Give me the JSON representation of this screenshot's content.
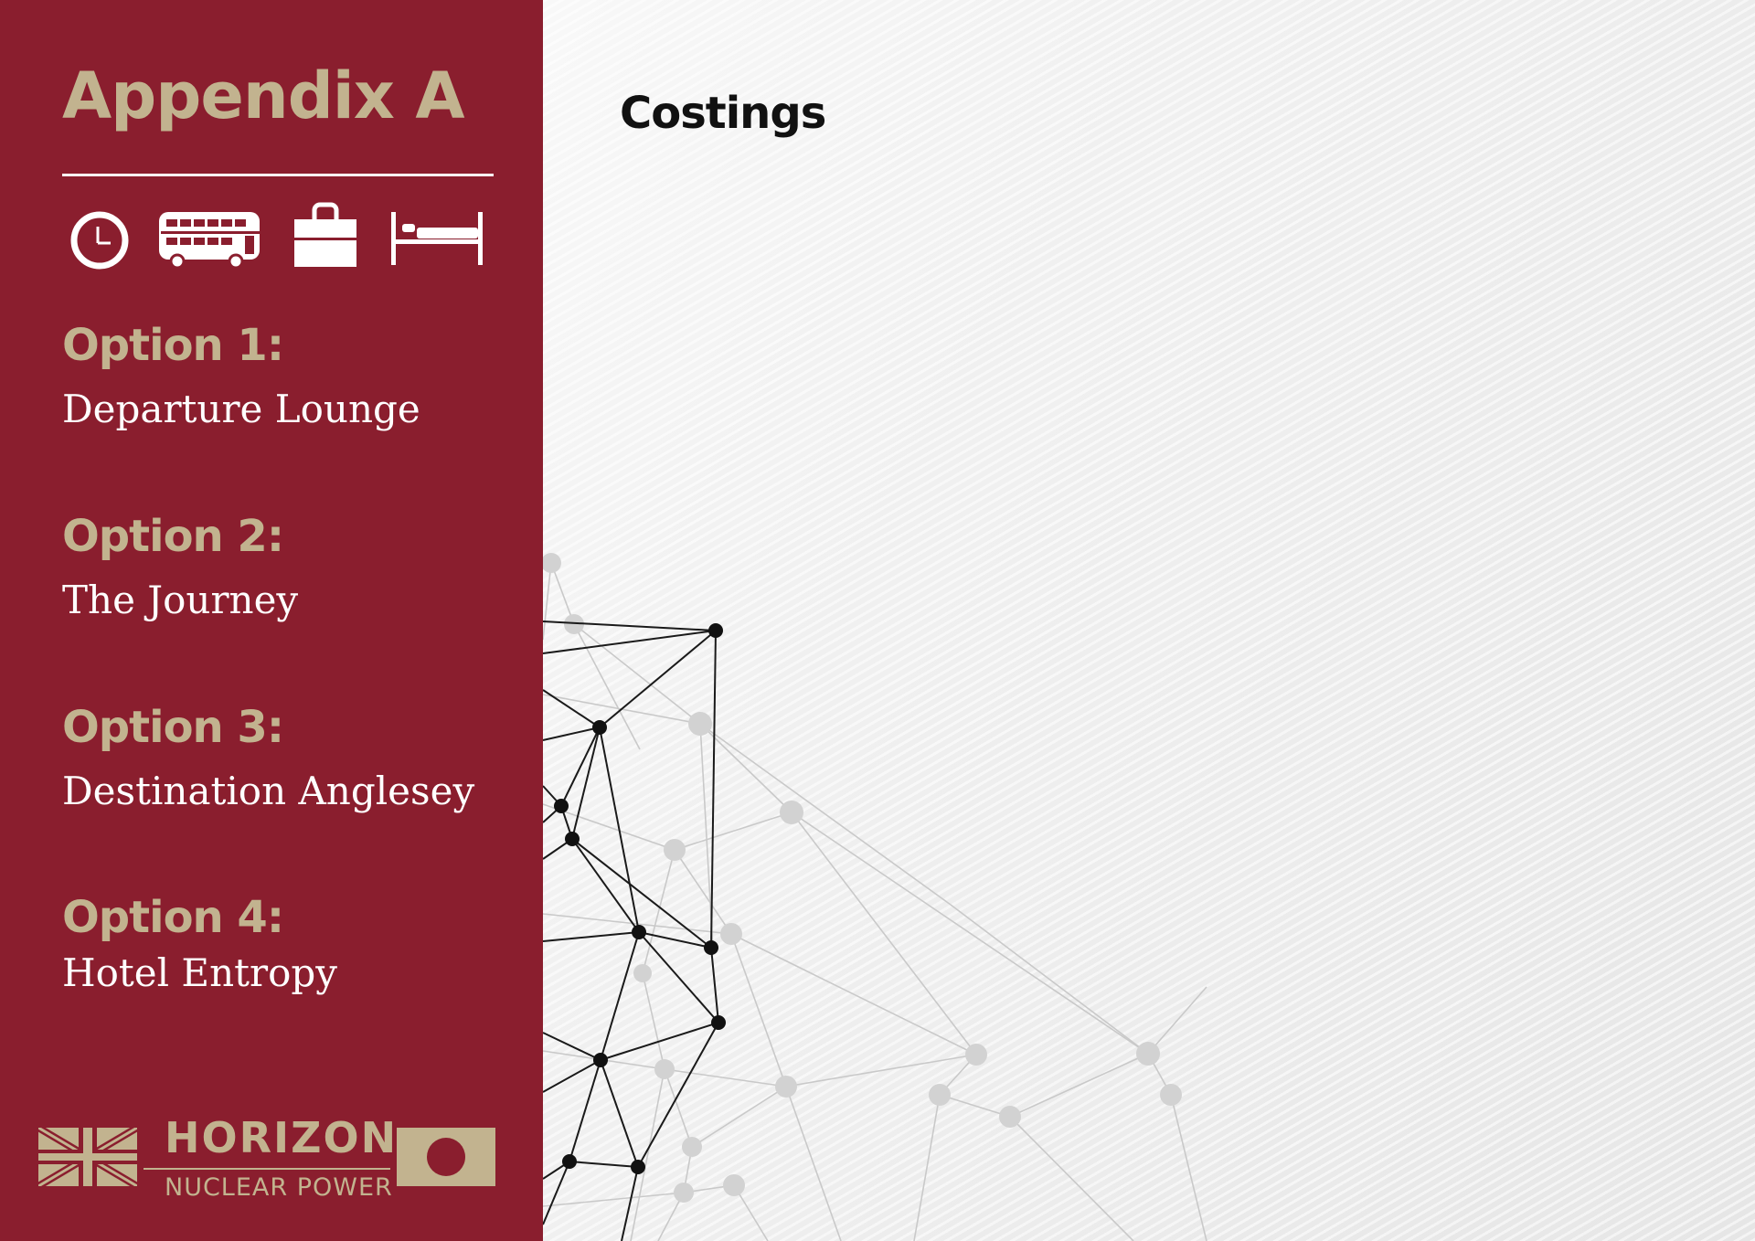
{
  "sidebar": {
    "title": "Appendix A",
    "icons": [
      "clock-icon",
      "bus-icon",
      "briefcase-icon",
      "bed-icon"
    ],
    "options": [
      {
        "heading": "Option 1:",
        "text": "Departure Lounge"
      },
      {
        "heading": "Option 2:",
        "text": "The Journey"
      },
      {
        "heading": "Option 3:",
        "text": "Destination Anglesey"
      },
      {
        "heading": "Option 4:",
        "text": "Hotel Entropy"
      }
    ],
    "logo": {
      "name": "HORIZON",
      "subtitle": "NUCLEAR POWER"
    }
  },
  "main": {
    "heading": "Costings"
  },
  "colors": {
    "sidebar_background": "#8a1e2e",
    "accent_gold": "#c2b38f",
    "text_white": "#ffffff",
    "heading_black": "#111111"
  }
}
